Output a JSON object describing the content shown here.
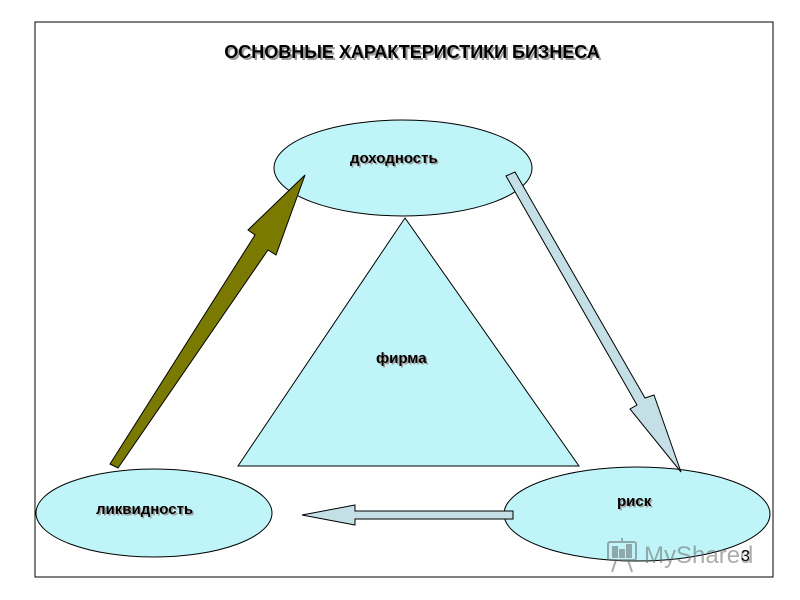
{
  "title": "ОСНОВНЫЕ ХАРАКТЕРИСТИКИ БИЗНЕСА",
  "nodes": {
    "top": "доходность",
    "center": "фирма",
    "right": "риск",
    "left": "ликвидность"
  },
  "page_number": "3",
  "watermark": {
    "text": "MyShared"
  },
  "colors": {
    "ellipse_fill": "#bff5f8",
    "triangle_fill": "#bff5f8",
    "olive_arrow": "#7a7a00",
    "light_arrow": "#c4e0e6",
    "frame": "#000000"
  }
}
